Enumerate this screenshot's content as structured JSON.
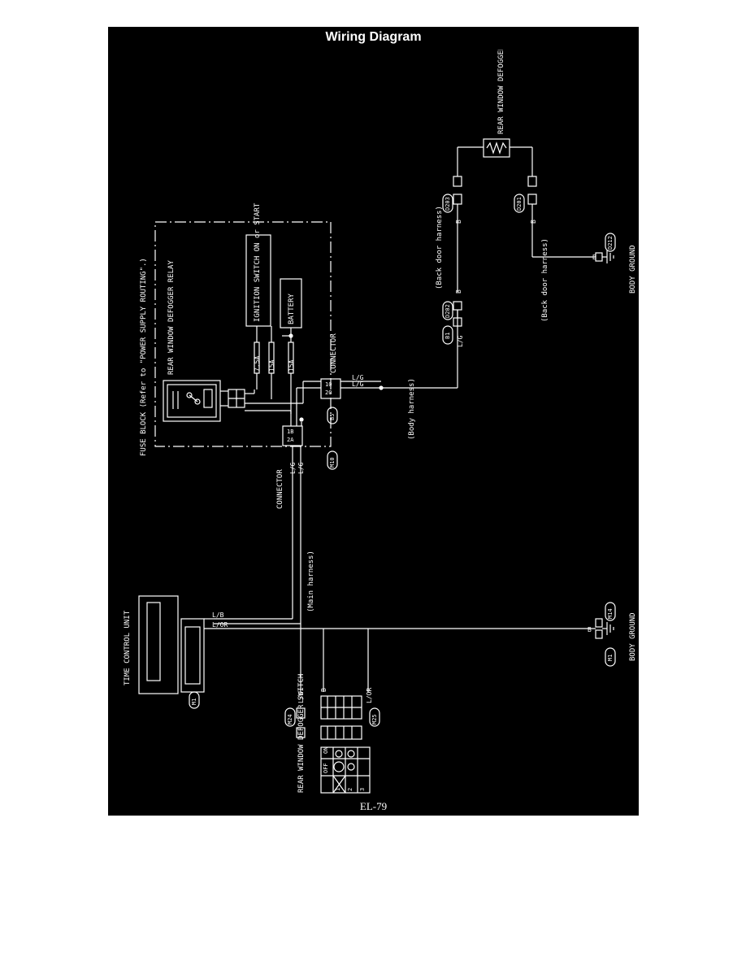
{
  "title": "Wiring Diagram",
  "page_number": "EL-79",
  "colors": {
    "background": "#000000",
    "line": "#ffffff",
    "page": "#ffffff"
  },
  "labels": {
    "fuse_block": "FUSE BLOCK (Refer to \"POWER SUPPLY ROUTING\".)",
    "relay": "REAR WINDOW DEFOGGER RELAY",
    "ignition_switch": "IGNITION SWITCH ON or START",
    "battery": "BATTERY",
    "connector_upper": "CONNECTOR",
    "connector_lower": "CONNECTOR",
    "rear_window_defogger": "REAR WINDOW DEFOGGER",
    "body_harness": "(Body harness)",
    "back_door_harness_1": "(Back door harness)",
    "back_door_harness_2": "(Back door harness)",
    "main_harness": "(Main harness)",
    "time_control_unit": "TIME CONTROL UNIT",
    "body_ground_1": "BODY GROUND",
    "body_ground_2": "BODY GROUND",
    "defogger_switch": "REAR WINDOW DEFOGGER SWITCH"
  },
  "fuses": [
    "7.5A",
    "15A",
    "15A"
  ],
  "wire_codes": {
    "lg": "L/G",
    "lb": "L/B",
    "lor": "L/OR",
    "b": "B"
  },
  "connectors": {
    "d201": "D201",
    "d202": "D202",
    "d203": "D203",
    "d212": "D212",
    "b1": "B1",
    "b5": "B5",
    "m10": "M10",
    "m14": "M14",
    "m1": "M1",
    "m24": "M24",
    "m25": "M25"
  },
  "pins": {
    "p10": "10",
    "p20": "20",
    "p1b": "1B",
    "p2a": "2A"
  },
  "switch_table": {
    "headers": [
      "OFF",
      "ON"
    ],
    "rows": [
      {
        "terminal": "1",
        "off": "",
        "on": ""
      },
      {
        "terminal": "2",
        "off": "",
        "on": ""
      },
      {
        "terminal": "3",
        "off": "",
        "on": ""
      }
    ]
  }
}
